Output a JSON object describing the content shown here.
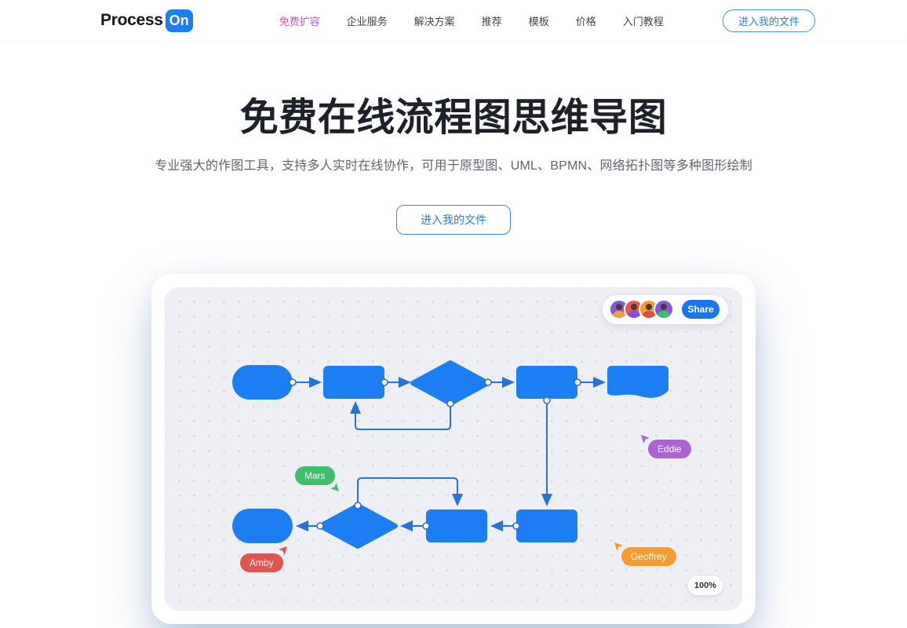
{
  "brand": {
    "logo_text": "Process",
    "logo_badge": "On"
  },
  "nav": {
    "items": [
      {
        "label": "免费扩容",
        "active": true
      },
      {
        "label": "企业服务",
        "active": false
      },
      {
        "label": "解决方案",
        "active": false
      },
      {
        "label": "推荐",
        "active": false
      },
      {
        "label": "模板",
        "active": false
      },
      {
        "label": "价格",
        "active": false
      },
      {
        "label": "入门教程",
        "active": false
      }
    ],
    "cta_label": "进入我的文件"
  },
  "hero": {
    "title": "免费在线流程图思维导图",
    "subtitle": "专业强大的作图工具，支持多人实时在线协作，可用于原型图、UML、BPMN、网络拓扑图等多种图形绘制",
    "cta_label": "进入我的文件"
  },
  "colors": {
    "brand_blue": "#1b7ef2",
    "connector_blue": "#2b72d4",
    "nav_active_gradient_start": "#e0559e",
    "nav_active_gradient_end": "#9f5ce0",
    "canvas_bg": "#edeff4"
  },
  "editor": {
    "share_label": "Share",
    "zoom_level": "100%",
    "avatars": [
      {
        "bg": "#7c5cd6",
        "fg": "#f0a33c"
      },
      {
        "bg": "#e4574f",
        "fg": "#8350d8"
      },
      {
        "bg": "#f59a38",
        "fg": "#e04b44"
      },
      {
        "bg": "#8a56d8",
        "fg": "#3dbd6e"
      }
    ],
    "collaborators": [
      {
        "name": "Eddie",
        "color": "#ab63d6"
      },
      {
        "name": "Mars",
        "color": "#42bd6e"
      },
      {
        "name": "Amby",
        "color": "#e2554f"
      },
      {
        "name": "Geoffrey",
        "color": "#f59b30"
      }
    ]
  }
}
